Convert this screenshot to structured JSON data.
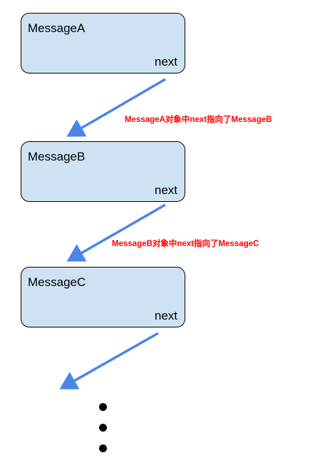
{
  "nodes": [
    {
      "name": "MessageA",
      "field": "next"
    },
    {
      "name": "MessageB",
      "field": "next"
    },
    {
      "name": "MessageC",
      "field": "next"
    }
  ],
  "notes": {
    "a_to_b": "MessageA对象中next指向了MessageB",
    "b_to_c": "MessageB对象中next指向了MessageC"
  },
  "colors": {
    "node_fill": "#cfe2f3",
    "arrow": "#4a86e8",
    "note_text": "#ff0000"
  }
}
